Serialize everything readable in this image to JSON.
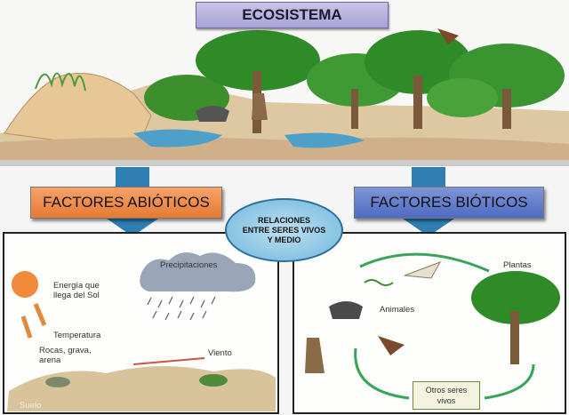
{
  "title": "ECOSISTEMA",
  "factors": {
    "abiotic": "FACTORES ABIÓTICOS",
    "biotic": "FACTORES BIÓTICOS"
  },
  "relations": {
    "line1": "RELACIONES",
    "line2": "ENTRE SERES VIVOS",
    "line3": "Y MEDIO"
  },
  "abiotic_labels": {
    "energy1": "Energía que",
    "energy2": "llega del Sol",
    "precipitation": "Precipitaciones",
    "temperature": "Temperatura",
    "rocks1": "Rocas, grava,",
    "rocks2": "arena",
    "wind": "Viento",
    "soil": "Suelo"
  },
  "biotic_labels": {
    "plants": "Plantas",
    "animals": "Animales",
    "others1": "Otros seres",
    "others2": "vivos"
  },
  "colors": {
    "title_bg": "#b3acdc",
    "abiotic_bg": "#ee8a48",
    "biotic_bg": "#5f7ac9",
    "relations_bg": "#8cc8e8",
    "arrow": "#2f7fb5"
  }
}
